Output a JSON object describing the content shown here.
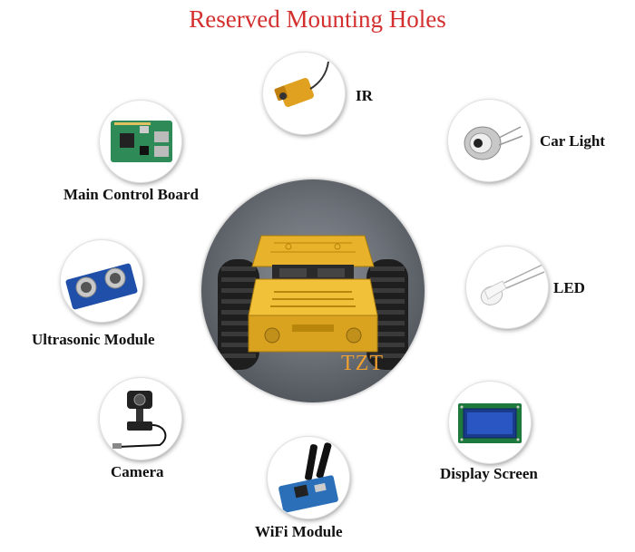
{
  "title": "Reserved Mounting Holes",
  "watermark": "TZT",
  "modules": {
    "ir": {
      "label": "IR",
      "icon": "ir-sensor-icon"
    },
    "car_light": {
      "label": "Car Light",
      "icon": "car-light-icon"
    },
    "main_control_board": {
      "label": "Main Control Board",
      "icon": "control-board-icon"
    },
    "led": {
      "label": "LED",
      "icon": "led-icon"
    },
    "ultrasonic_module": {
      "label": "Ultrasonic Module",
      "icon": "ultrasonic-sensor-icon"
    },
    "camera": {
      "label": "Camera",
      "icon": "webcam-icon"
    },
    "display_screen": {
      "label": "Display Screen",
      "icon": "lcd-screen-icon"
    },
    "wifi_module": {
      "label": "WiFi Module",
      "icon": "wifi-board-icon"
    }
  },
  "center_image": {
    "icon": "tank-chassis-icon"
  },
  "colors": {
    "title": "#d32f2f",
    "watermark": "#f0a030",
    "chassis": "#e8b32a"
  }
}
